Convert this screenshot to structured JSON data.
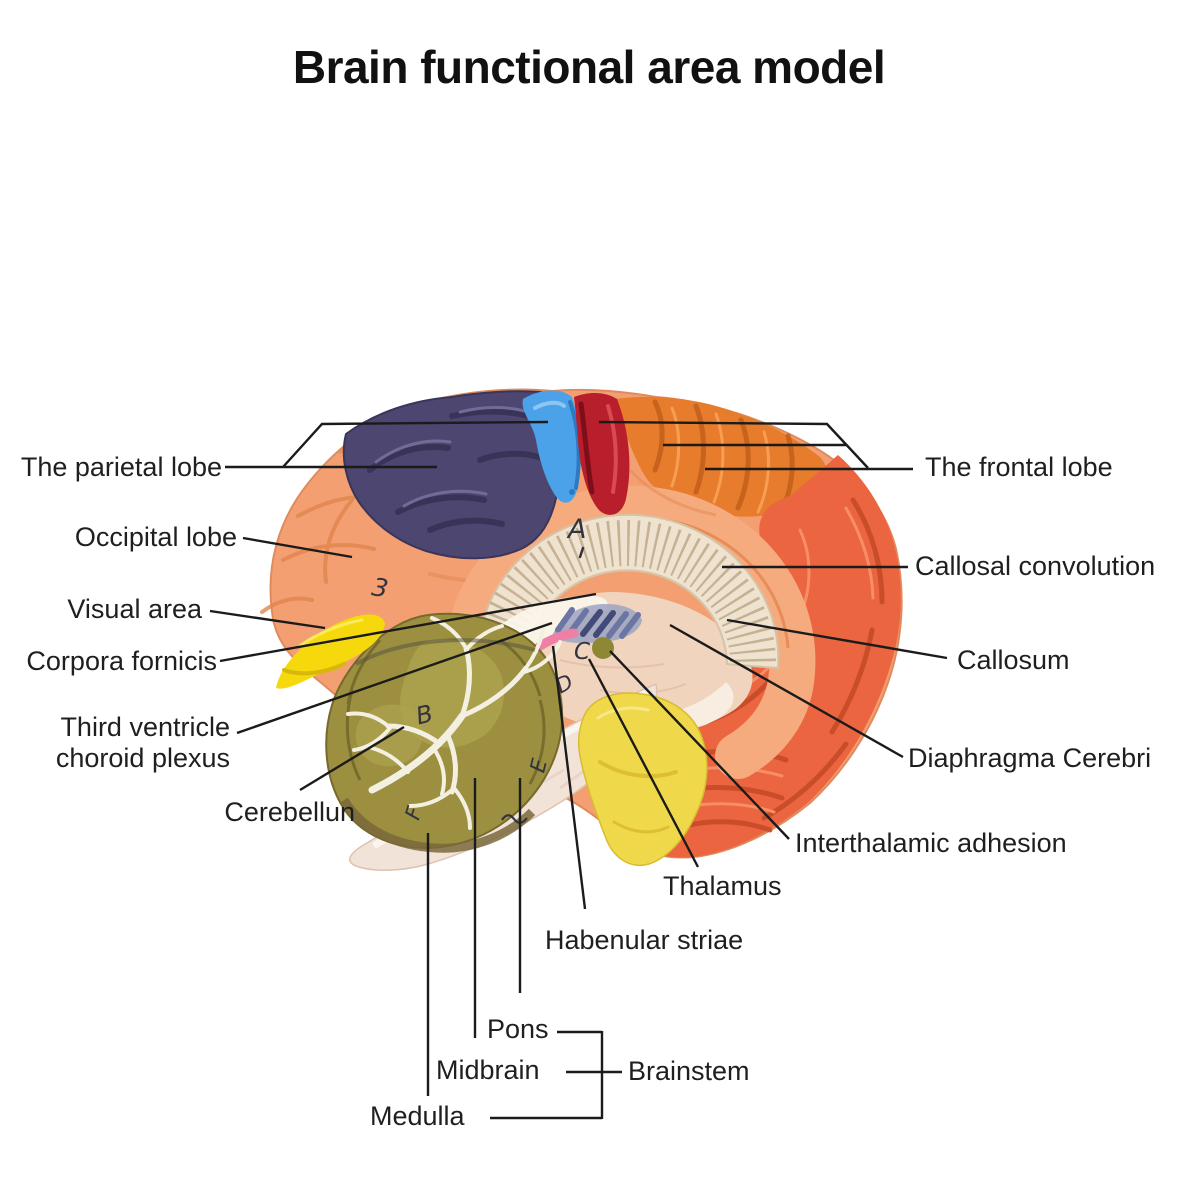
{
  "title": "Brain functional area model",
  "labels": {
    "parietal_lobe": "The parietal lobe",
    "occipital_lobe": "Occipital lobe",
    "visual_area": "Visual area",
    "corpora_fornicis": "Corpora fornicis",
    "third_ventricle": {
      "line1": "Third ventricle",
      "line2": "choroid plexus"
    },
    "cerebellum": "Cerebellun",
    "frontal_lobe": "The frontal lobe",
    "callosal_convolution": "Callosal convolution",
    "callosum": "Callosum",
    "diaphragma_cerebri": "Diaphragma Cerebri",
    "interthalamic_adhesion": "Interthalamic adhesion",
    "thalamus": "Thalamus",
    "habenular_striae": "Habenular striae",
    "pons": "Pons",
    "midbrain": "Midbrain",
    "medulla": "Medulla",
    "brainstem": "Brainstem"
  },
  "model_letters": {
    "a": "A",
    "num3": "3",
    "b": "B",
    "c": "C",
    "d": "D",
    "e": "E",
    "f": "F"
  },
  "colors": {
    "background": "#ffffff",
    "title_text": "#111111",
    "label_text": "#1f1f1f",
    "leader_line": "#1b1b1b",
    "cortex_salmon": "#F49F72",
    "frontal_coral": "#EB6540",
    "gyri_orange": "#E67C2C",
    "parietal_navy": "#4C4670",
    "central_sulcus_blue": "#4CA2E9",
    "precentral_red": "#B81E2B",
    "visual_yellow": "#F5D90D",
    "cerebellum_olive": "#9C9040",
    "callosum_cream": "#EFE3D0",
    "interior_pink": "#F0D4BE",
    "pons_yellow": "#EFD84A",
    "brainstem_cream": "#F2E3D8",
    "choroid_blue_gray": "#6C76A4",
    "habenular_pink": "#F07FA6",
    "interthalamic_olive": "#8E8834"
  }
}
